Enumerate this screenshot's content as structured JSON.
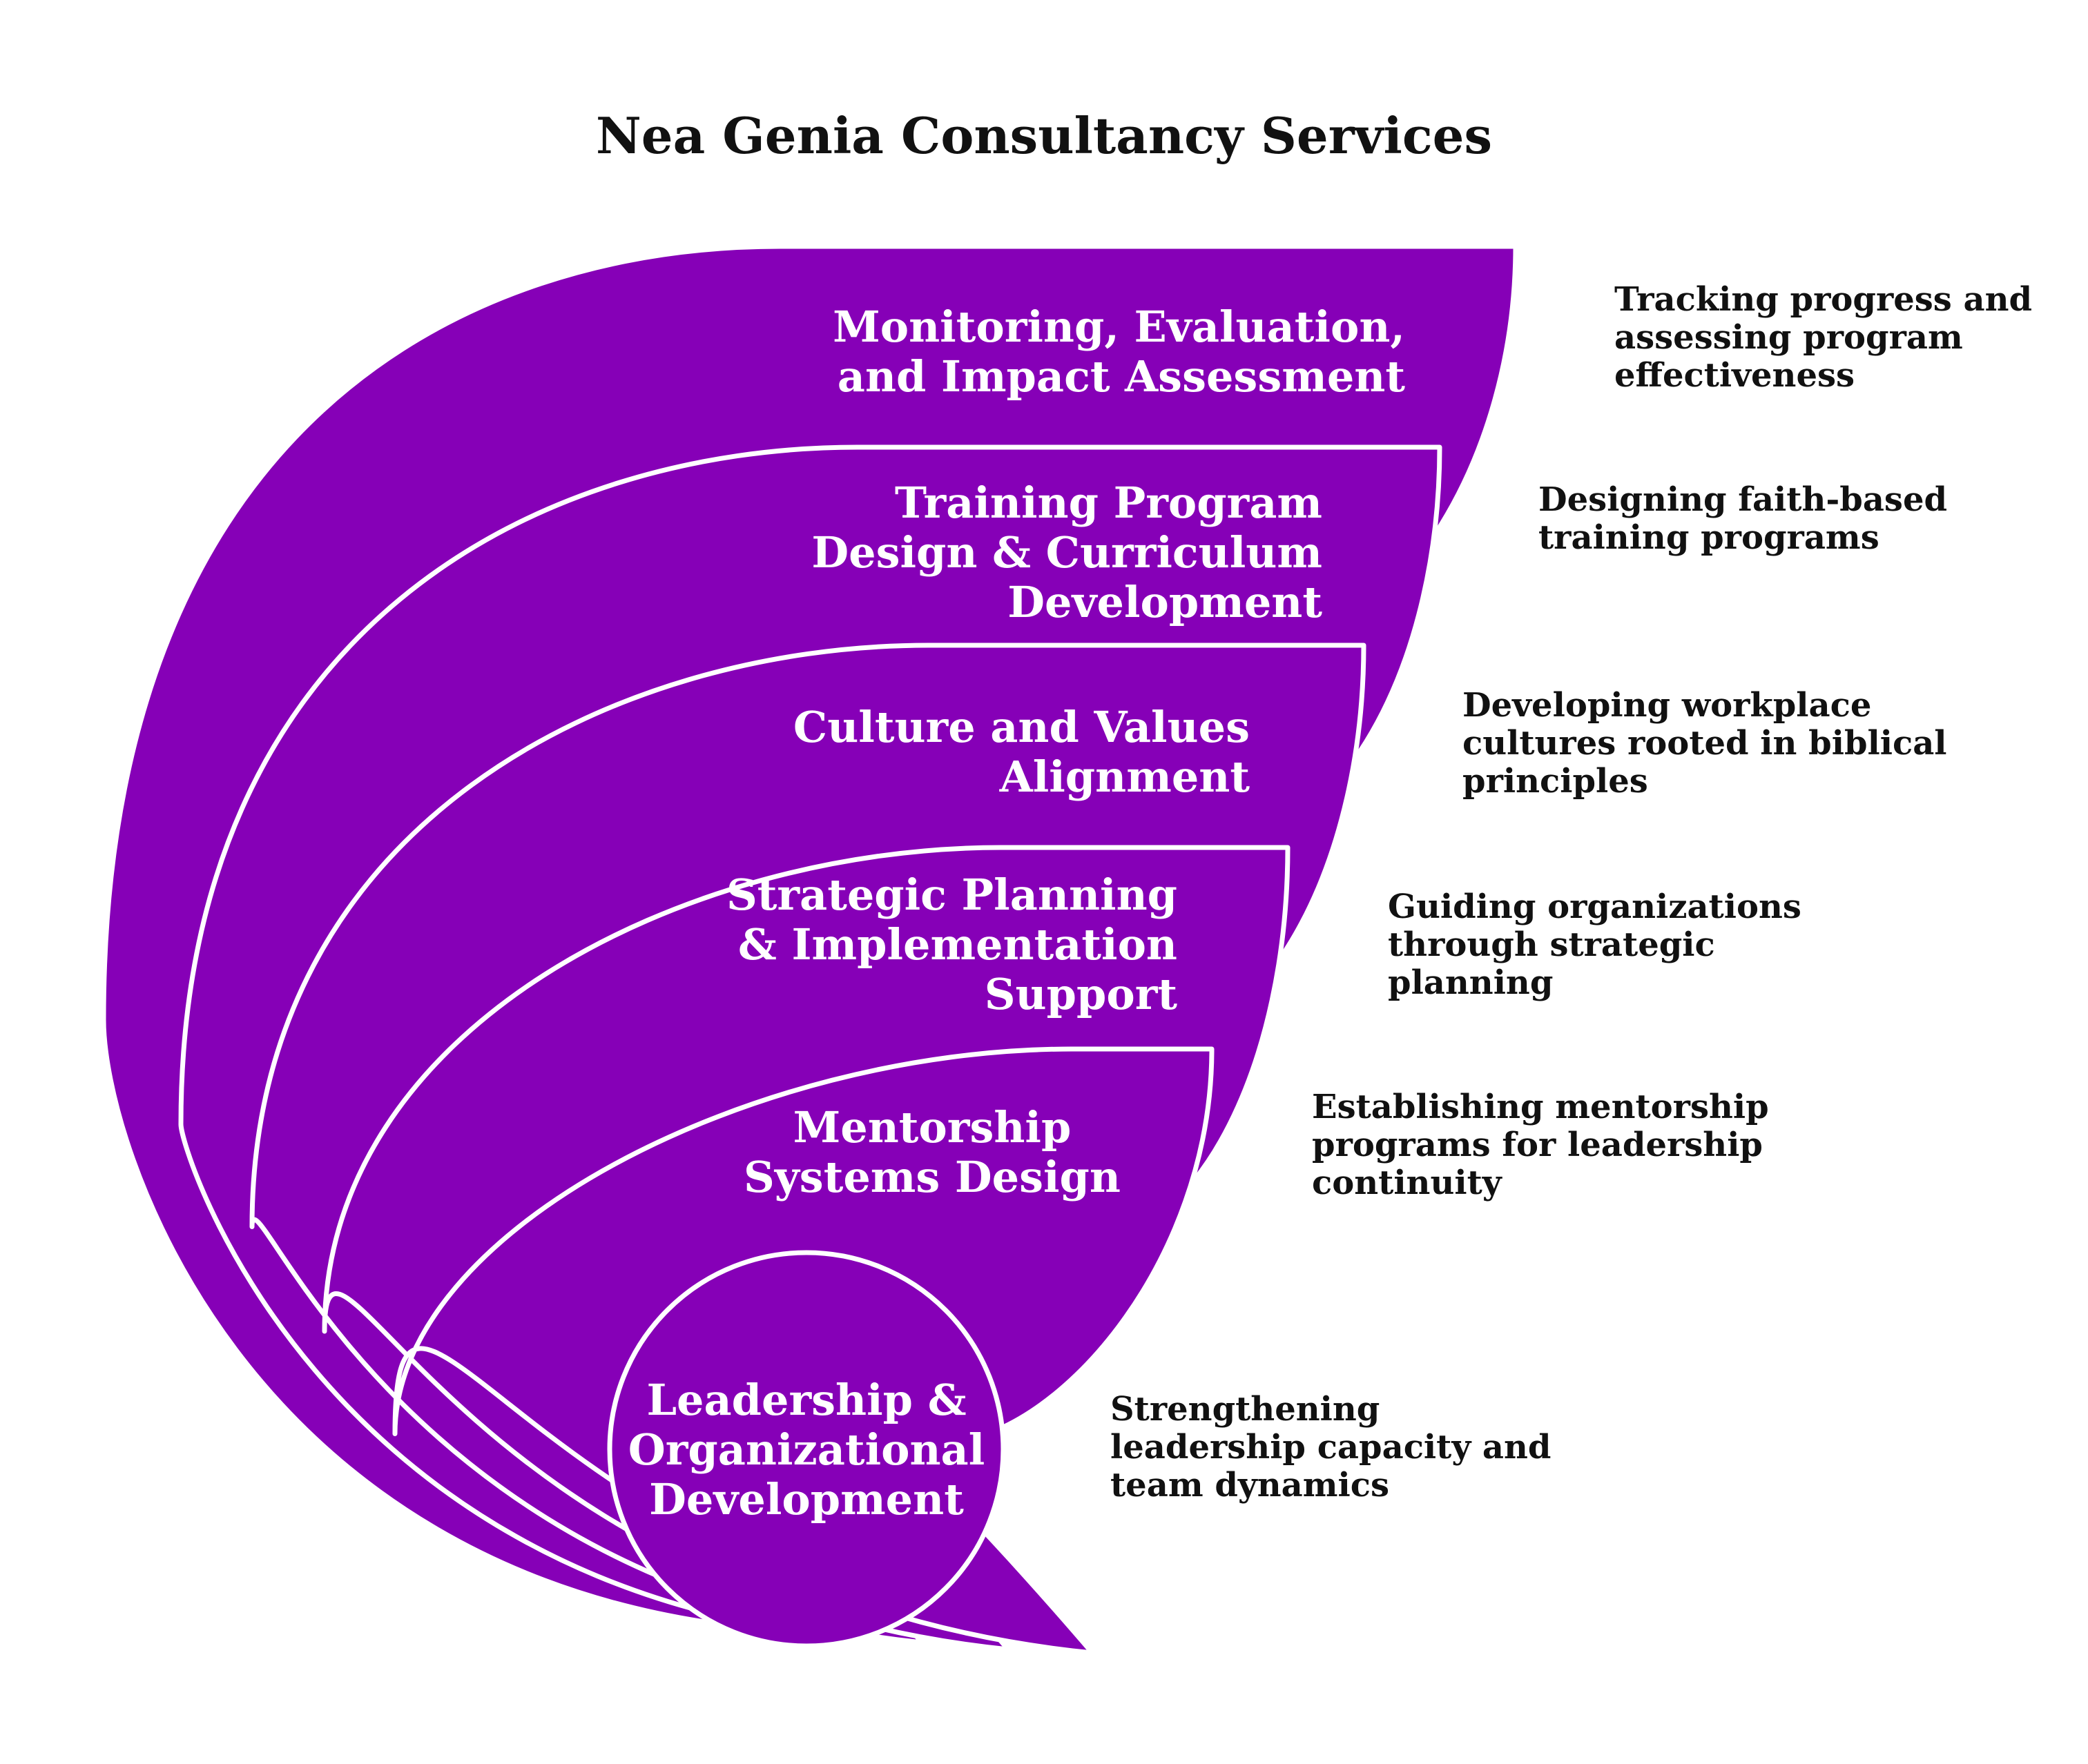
{
  "title": "Nea Genia Consultancy Services",
  "colors": {
    "layer_fill": "#8600B7",
    "divider": "#ffffff",
    "label_text": "#ffffff",
    "description_text": "#111111"
  },
  "layers": [
    {
      "label_lines": [
        "Monitoring, Evaluation,",
        "and Impact Assessment"
      ],
      "description_lines": [
        "Tracking progress and",
        "assessing program",
        "effectiveness"
      ]
    },
    {
      "label_lines": [
        "Training Program",
        "Design & Curriculum",
        "Development"
      ],
      "description_lines": [
        "Designing faith-based",
        "training programs"
      ]
    },
    {
      "label_lines": [
        "Culture and Values",
        "Alignment"
      ],
      "description_lines": [
        "Developing workplace",
        "cultures rooted in biblical",
        "principles"
      ]
    },
    {
      "label_lines": [
        "Strategic Planning",
        "& Implementation",
        "Support"
      ],
      "description_lines": [
        "Guiding organizations",
        "through strategic",
        "planning"
      ]
    },
    {
      "label_lines": [
        "Mentorship",
        "Systems Design"
      ],
      "description_lines": [
        "Establishing mentorship",
        "programs for leadership",
        "continuity"
      ]
    },
    {
      "label_lines": [
        "Leadership &",
        "Organizational",
        "Development"
      ],
      "description_lines": [
        "Strengthening",
        "leadership capacity and",
        "team dynamics"
      ]
    }
  ]
}
